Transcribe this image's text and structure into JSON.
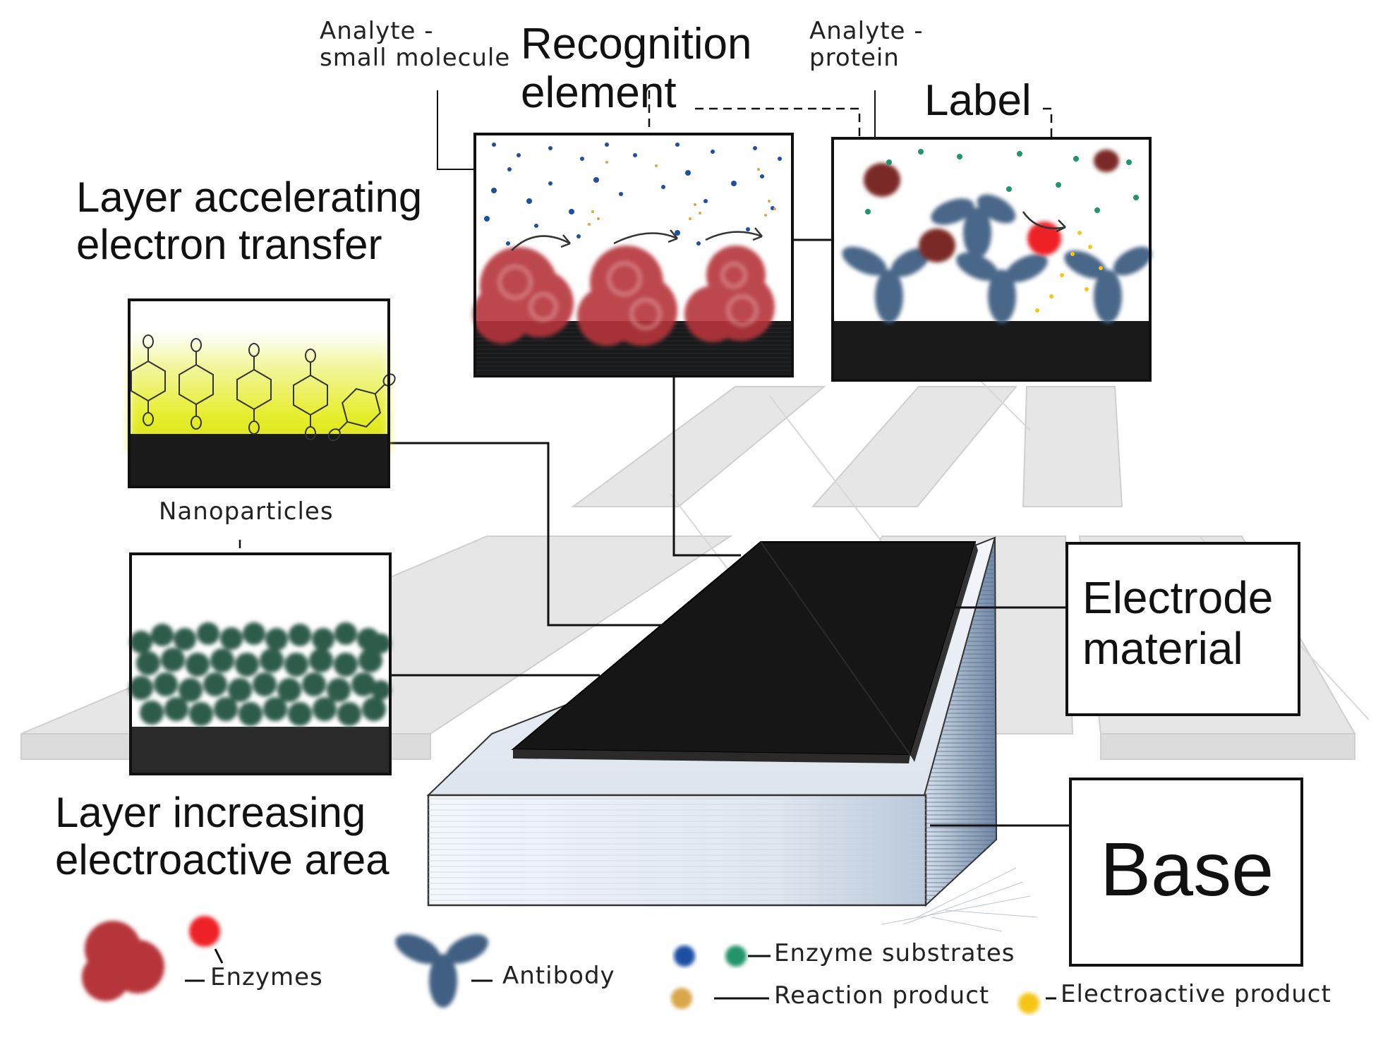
{
  "labels": {
    "recognition_element": [
      "Recognition",
      "element"
    ],
    "label": "Label",
    "analyte_small": [
      "Analyte -",
      "small molecule"
    ],
    "analyte_protein": [
      "Analyte -",
      "protein"
    ],
    "layer_accel": [
      "Layer accelerating",
      "electron transfer"
    ],
    "nanoparticles": "Nanoparticles",
    "electrode_material": [
      "Electrode",
      "material"
    ],
    "layer_increasing": [
      "Layer increasing",
      "electroactive area"
    ],
    "base": "Base"
  },
  "legend": {
    "enzymes": "Enzymes",
    "antibody": "Antibody",
    "enzyme_substrates": "Enzyme substrates",
    "reaction_product": "Reaction product",
    "electroactive_product": "Electroactive product"
  },
  "colors": {
    "enzyme": "#b5363a",
    "label_enzyme": "#ee2026",
    "antibody": "#3f5f82",
    "protein": "#7a2a26",
    "substrate_blue": "#1f4fa3",
    "substrate_green": "#22956a",
    "reaction_product": "#d9a64a",
    "electroactive_product": "#f5c518",
    "yellow_layer": "#e6ee2c",
    "nanoparticle": "#2f5b4b",
    "electrode": "#111111",
    "base_shade": "#9aaec4"
  }
}
